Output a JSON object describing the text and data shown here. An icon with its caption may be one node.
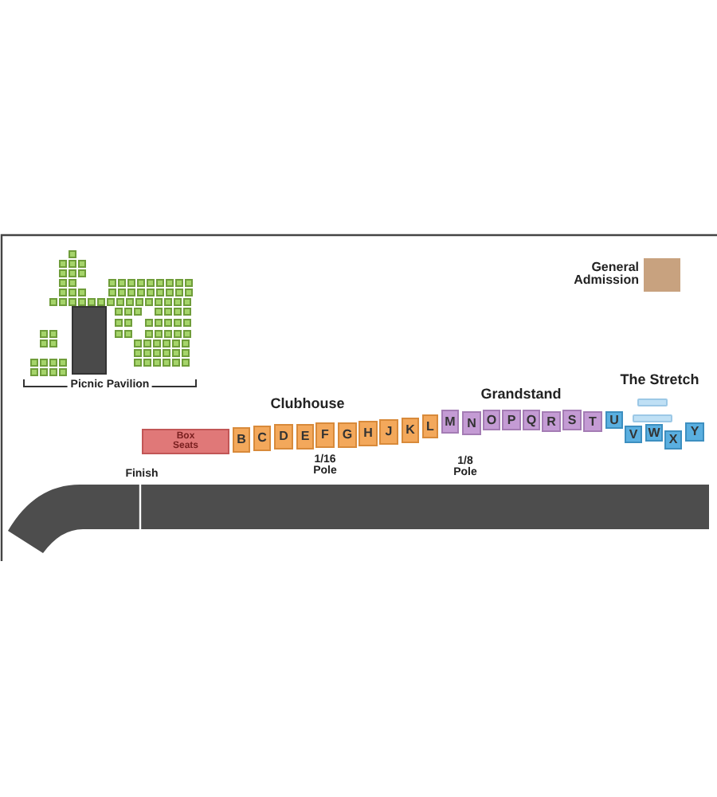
{
  "diagram": {
    "nodes": [
      {
        "text": [],
        "shape": "box"
      },
      {
        "text": [],
        "shape": "box"
      },
      {
        "text": [],
        "shape": "box"
      },
      {
        "text": [],
        "shape": "box"
      },
      {
        "text": [],
        "shape": "box"
      },
      {
        "text": [],
        "shape": "box"
      },
      {
        "text": [],
        "shape": "box"
      },
      {
        "text": [],
        "shape": "box"
      },
      {
        "text": [],
        "shape": "box"
      },
      {
        "text": [],
        "shape": "box"
      },
      {
        "text": [],
        "shape": "box"
      },
      {
        "text": [],
        "shape": "box"
      },
      {
        "text": [],
        "shape": "box"
      },
      {
        "text": [],
        "shape": "box"
      },
      {
        "text": [],
        "shape": "box"
      },
      {
        "text": [],
        "shape": "box"
      },
      {
        "text": [],
        "shape": "box"
      },
      {
        "text": [],
        "shape": "box"
      },
      {
        "text": [],
        "shape": "box"
      },
      {
        "text": [],
        "shape": "box"
      },
      {
        "text": [],
        "shape": "box"
      },
      {
        "text": [],
        "shape": "box"
      },
      {
        "text": [],
        "shape": "box"
      },
      {
        "text": [],
        "shape": "box"
      },
      {
        "text": [],
        "shape": "box"
      },
      {
        "text": [],
        "shape": "box"
      },
      {
        "text": [],
        "shape": "box"
      },
      {
        "text": [],
        "shape": "box"
      },
      {
        "text": [],
        "shape": "box"
      },
      {
        "text": [],
        "shape": "box"
      },
      {
        "text": [],
        "shape": "box"
      },
      {
        "text": [],
        "shape": "box"
      },
      {
        "text": [],
        "shape": "box"
      },
      {
        "text": [],
        "shape": "box"
      },
      {
        "text": [],
        "shape": "box"
      },
      {
        "text": [],
        "shape": "box"
      },
      {
        "text": [],
        "shape": "box"
      },
      {
        "text": [],
        "shape": "box"
      },
      {
        "text": [],
        "shape": "box"
      },
      {
        "text": [],
        "shape": "box"
      },
      {
        "text": [],
        "shape": "box"
      },
      {
        "text": [],
        "shape": "box"
      },
      {
        "text": [],
        "shape": "box"
      },
      {
        "text": [],
        "shape": "box"
      },
      {
        "text": [],
        "shape": "box"
      },
      {
        "text": [],
        "shape": "box"
      },
      {
        "text": [],
        "shape": "box"
      },
      {
        "text": [],
        "shape": "box"
      },
      {
        "text": [],
        "shape": "box"
      },
      {
        "text": [],
        "shape": "box"
      },
      {
        "text": [],
        "shape": "box"
      },
      {
        "text": [],
        "shape": "box"
      },
      {
        "text": [],
        "shape": "box"
      },
      {
        "text": [],
        "shape": "box"
      },
      {
        "text": [],
        "shape": "box"
      },
      {
        "text": [],
        "shape": "box"
      },
      {
        "text": [],
        "shape": "box"
      },
      {
        "text": [],
        "shape": "box"
      },
      {
        "text": [],
        "shape": "box"
      },
      {
        "text": [],
        "shape": "box"
      },
      {
        "text": [],
        "shape": "box"
      },
      {
        "text": [],
        "shape": "box"
      },
      {
        "text": [],
        "shape": "box"
      },
      {
        "text": [],
        "shape": "box"
      },
      {
        "text": [],
        "shape": "box"
      },
      {
        "text": [],
        "shape": "box"
      },
      {
        "text": [],
        "shape": "box"
      },
      {
        "text": [],
        "shape": "box"
      },
      {
        "text": [],
        "shape": "box"
      },
      {
        "text": [],
        "shape": "box"
      },
      {
        "text": [],
        "shape": "box"
      },
      {
        "text": [],
        "shape": "box"
      },
      {
        "text": [],
        "shape": "box"
      },
      {
        "text": [],
        "shape": "box"
      },
      {
        "text": [],
        "shape": "box"
      },
      {
        "text": [],
        "shape": "box"
      },
      {
        "text": [],
        "shape": "box"
      },
      {
        "text": [],
        "shape": "box"
      },
      {
        "text": [],
        "shape": "box"
      },
      {
        "text": [],
        "shape": "box"
      },
      {
        "text": [],
        "shape": "box"
      },
      {
        "text": [],
        "shape": "box"
      },
      {
        "text": [],
        "shape": "box"
      },
      {
        "text": [],
        "shape": "box"
      },
      {
        "text": [],
        "shape": "box"
      },
      {
        "text": [],
        "shape": "box"
      },
      {
        "text": [],
        "shape": "box"
      },
      {
        "text": [],
        "shape": "box"
      },
      {
        "text": [],
        "shape": "box"
      },
      {
        "text": [],
        "shape": "box"
      },
      {
        "text": [],
        "shape": "box"
      },
      {
        "text": [],
        "shape": "box"
      },
      {
        "text": [],
        "shape": "box"
      },
      {
        "text": [],
        "shape": "box"
      },
      {
        "text": [],
        "shape": "box"
      },
      {
        "text": [],
        "shape": "box"
      },
      {
        "text": [],
        "shape": "box"
      },
      {
        "text": [
          "Box Seats"
        ]
      },
      {
        "text": [
          "B"
        ]
      },
      {
        "text": [
          "C"
        ]
      },
      {
        "text": [
          "D"
        ]
      },
      {
        "text": [
          "E"
        ]
      },
      {
        "text": [
          "F"
        ]
      },
      {
        "text": [
          "G"
        ]
      },
      {
        "text": [
          "H"
        ]
      },
      {
        "text": [
          "J"
        ]
      },
      {
        "text": [
          "K"
        ]
      },
      {
        "text": [
          "L"
        ]
      },
      {
        "text": [
          "M"
        ]
      },
      {
        "text": [
          "N"
        ]
      },
      {
        "text": [
          "O"
        ]
      },
      {
        "text": [
          "P"
        ]
      },
      {
        "text": [
          "Q"
        ]
      },
      {
        "text": [
          "R"
        ]
      },
      {
        "text": [
          "S"
        ]
      },
      {
        "text": [
          "T"
        ]
      },
      {
        "text": [
          "U"
        ]
      },
      {
        "text": [],
        "shape": "bar"
      },
      {
        "text": [],
        "shape": "bar"
      },
      {
        "text": [
          "V"
        ]
      },
      {
        "text": [
          "W"
        ]
      },
      {
        "text": [
          "X"
        ]
      },
      {
        "text": [
          "Y"
        ]
      }
    ],
    "labels": [
      "Picnic Pavilion",
      "The Stretch",
      "Grandstand",
      "Clubhouse",
      "Finish",
      "1/16 Pole",
      "1/8 Pole"
    ],
    "legend": [
      {
        "text": "General Admission",
        "color": "#c8a27f"
      }
    ]
  }
}
